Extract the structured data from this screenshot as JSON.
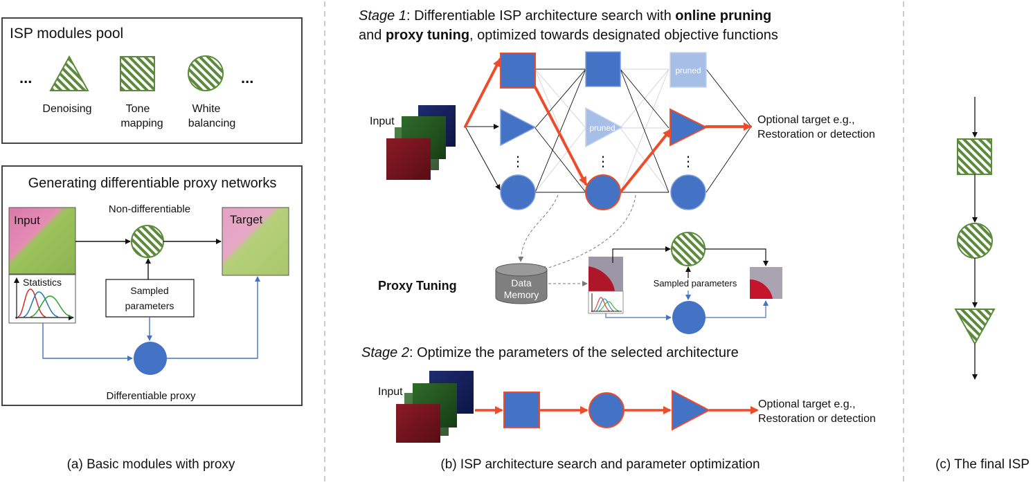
{
  "panel_a": {
    "pool_title": "ISP modules pool",
    "pool_ellipsis": "...",
    "modules": [
      {
        "label_lines": [
          "Denoising"
        ],
        "shape": "triangle-icon"
      },
      {
        "label_lines": [
          "Tone",
          "mapping"
        ],
        "shape": "square-icon"
      },
      {
        "label_lines": [
          "White",
          "balancing"
        ],
        "shape": "circle-icon"
      }
    ],
    "proxy_title": "Generating differentiable proxy networks",
    "input_label": "Input",
    "target_label": "Target",
    "statistics_label": "Statistics",
    "nondiff_label": "Non-differentiable",
    "sampled_lines": [
      "Sampled",
      "parameters"
    ],
    "diff_proxy_label": "Differentiable proxy",
    "caption": "(a) Basic modules with proxy"
  },
  "panel_b": {
    "stage1_italic": "Stage 1",
    "stage1_line1_a": ": Differentiable ISP architecture search with ",
    "stage1_line1_b": "online pruning",
    "stage1_line2_a": "and ",
    "stage1_line2_b": "proxy tuning",
    "stage1_line2_c": ", optimized towards designated objective functions",
    "input_label": "Input",
    "pruned_label": "pruned",
    "vdots": "⋮",
    "target_lines": [
      "Optional target e.g.,",
      "Restoration or detection"
    ],
    "proxy_tuning_label": "Proxy Tuning",
    "data_memory_lines": [
      "Data",
      "Memory"
    ],
    "sampled_params_label": "Sampled parameters",
    "stage2_italic": "Stage 2",
    "stage2_rest": ": Optimize the parameters of the selected architecture",
    "stage2_input_label": "Input",
    "stage2_target_lines": [
      "Optional target e.g.,",
      "Restoration or detection"
    ],
    "caption": "(b) ISP architecture search and parameter optimization"
  },
  "panel_c": {
    "caption": "(c) The final ISP"
  },
  "colors": {
    "module_blue": "#4472c4",
    "pruned_blue": "#a7bfe6",
    "selected_path": "#ee4b2b",
    "hatch_green": "#5a8a3a",
    "stats_red": "#d62728",
    "stats_blue": "#1f77b4",
    "stats_green": "#2ca02c",
    "data_memory_gray": "#7f7f7f"
  }
}
